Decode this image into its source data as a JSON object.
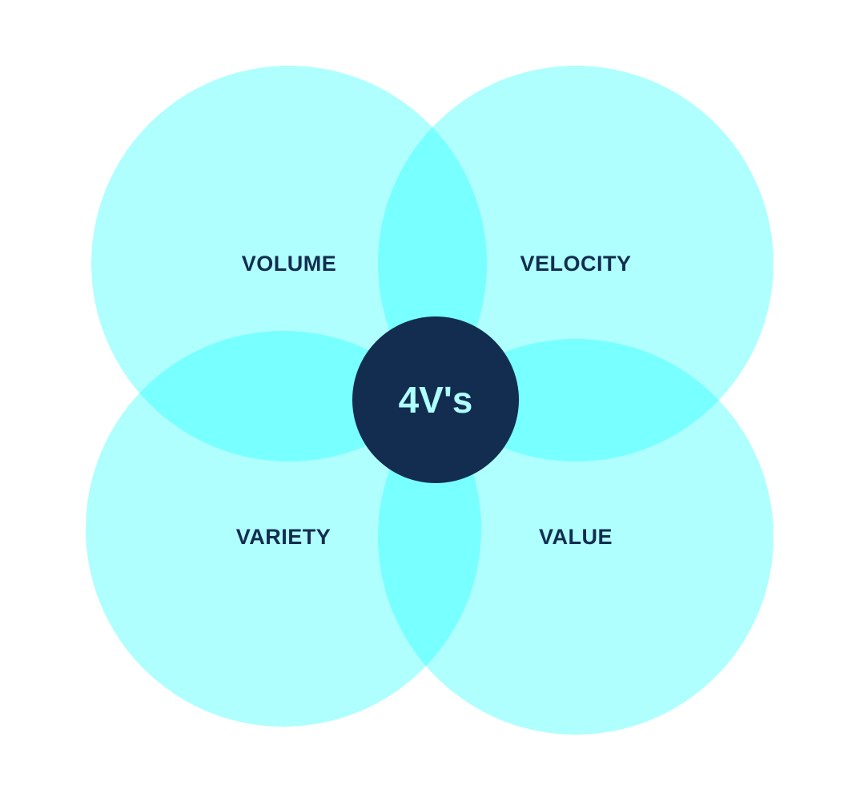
{
  "diagram": {
    "center": {
      "label": "4V's"
    },
    "circles": [
      {
        "id": "volume",
        "label": "VOLUME"
      },
      {
        "id": "velocity",
        "label": "VELOCITY"
      },
      {
        "id": "variety",
        "label": "VARIETY"
      },
      {
        "id": "value",
        "label": "VALUE"
      }
    ]
  },
  "colors": {
    "circle_fill": "#afffff",
    "center_fill": "#122d50",
    "center_text": "#afffff",
    "label_text": "#122d50",
    "background": "#ffffff"
  }
}
